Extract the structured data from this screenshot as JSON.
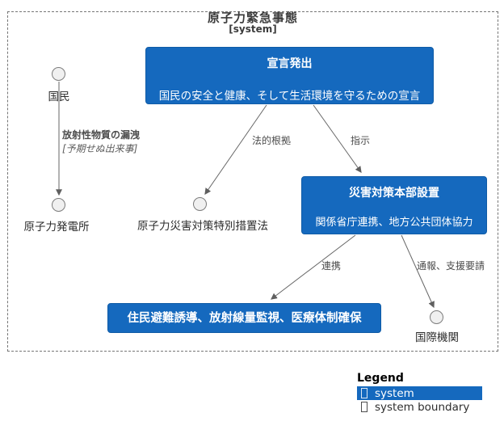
{
  "diagram": {
    "title": "原子力緊急事態",
    "subtitle": "[system]"
  },
  "nodes": {
    "kokumin": {
      "label": "国民"
    },
    "genpatsu": {
      "label": "原子力発電所"
    },
    "sochiho": {
      "label": "原子力災害対策特別措置法"
    },
    "kokusai": {
      "label": "国際機関"
    },
    "sengen": {
      "title": "宣言発出",
      "subtitle": "国民の安全と健康、そして生活環境を守るための宣言"
    },
    "honbu": {
      "title": "災害対策本部設置",
      "subtitle": "関係省庁連携、地方公共団体協力"
    },
    "shien": {
      "title": "住民避難誘導、放射線量監視、医療体制確保"
    }
  },
  "edges": {
    "leak": {
      "label": "放射性物質の漏洩",
      "note": "[予期せぬ出来事]"
    },
    "legal": {
      "label": "法的根拠"
    },
    "shiji": {
      "label": "指示"
    },
    "renkei": {
      "label": "連携"
    },
    "tsuho": {
      "label": "通報、支援要請"
    }
  },
  "legend": {
    "title": "Legend",
    "items": [
      {
        "label": "system"
      },
      {
        "label": "system boundary"
      }
    ]
  },
  "colors": {
    "system_fill": "#1569be",
    "boundary_stroke": "#767676",
    "edge_stroke": "#666666"
  }
}
